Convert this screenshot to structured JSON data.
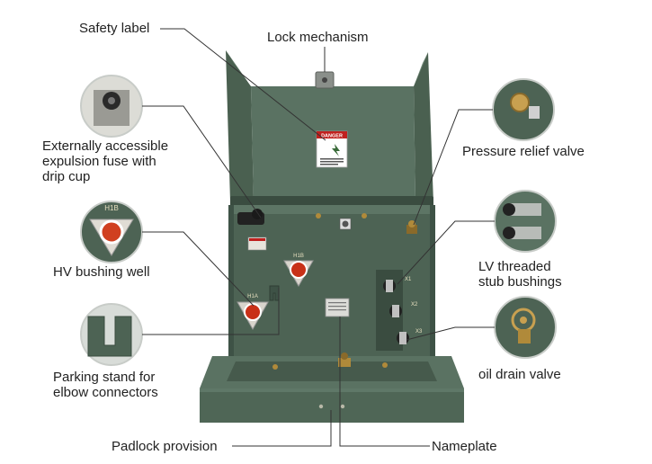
{
  "labels": {
    "safety_label": "Safety label",
    "lock_mechanism": "Lock mechanism",
    "fuse_line1": "Externally accessible",
    "fuse_line2": "expulsion fuse with",
    "fuse_line3": "drip cup",
    "pressure_relief": "Pressure relief valve",
    "hv_bushing": "HV bushing well",
    "lv_line1": "LV threaded",
    "lv_line2": "stub bushings",
    "parking_line1": "Parking stand for",
    "parking_line2": "elbow connectors",
    "oil_drain": "oil drain valve",
    "padlock": "Padlock provision",
    "nameplate": "Nameplate"
  },
  "sign": {
    "title": "DANGER"
  },
  "markings": {
    "h1a": "H1A",
    "h1b": "H1B",
    "h1b_inset": "H1B",
    "x1": "X1",
    "x2": "X2",
    "x3": "X3"
  },
  "colors": {
    "cabinet_dark": "#3e5246",
    "cabinet_mid": "#4f6656",
    "cabinet_light": "#5d7565",
    "leader_line": "#333333",
    "inset_bg": "#e7ebe8",
    "danger_red": "#c0201e"
  }
}
